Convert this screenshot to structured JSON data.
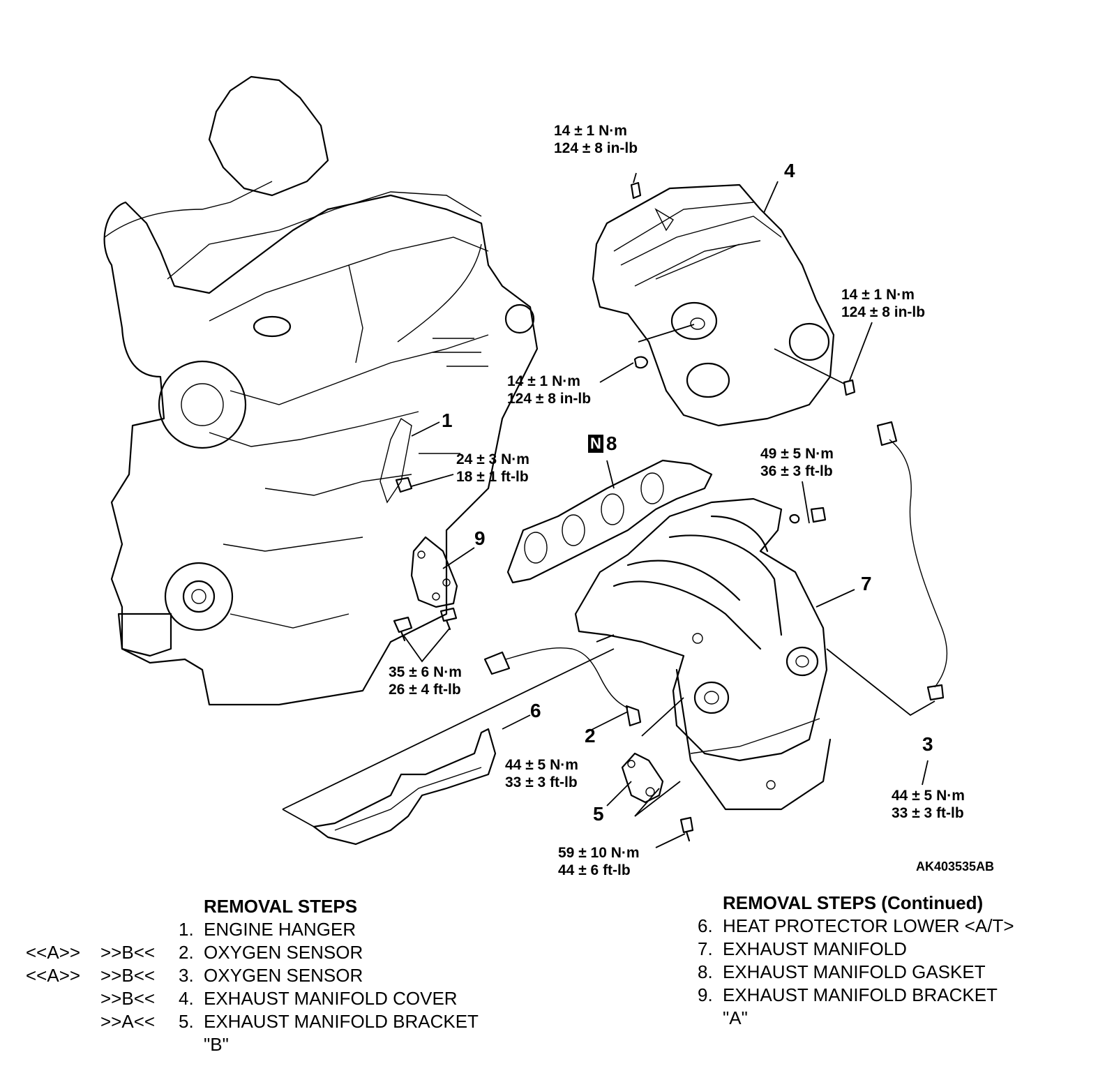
{
  "torque_specs": {
    "cover_top": {
      "nm": "14 ± 1 N·m",
      "imp": "124 ± 8 in-lb"
    },
    "cover_right": {
      "nm": "14 ± 1 N·m",
      "imp": "124 ± 8 in-lb"
    },
    "cover_left": {
      "nm": "14 ± 1 N·m",
      "imp": "124 ± 8 in-lb"
    },
    "hanger": {
      "nm": "24 ± 3 N·m",
      "imp": "18 ± 1 ft-lb"
    },
    "manifold_nut": {
      "nm": "49 ± 5 N·m",
      "imp": "36 ± 3 ft-lb"
    },
    "bracket9": {
      "nm": "35 ± 6 N·m",
      "imp": "26 ± 4 ft-lb"
    },
    "sensor2": {
      "nm": "44 ± 5 N·m",
      "imp": "33 ± 3 ft-lb"
    },
    "sensor3": {
      "nm": "44 ± 5 N·m",
      "imp": "33 ± 3 ft-lb"
    },
    "bracket5": {
      "nm": "59 ± 10 N·m",
      "imp": "44 ± 6 ft-lb"
    }
  },
  "callouts": {
    "c1": "1",
    "c2": "2",
    "c3": "3",
    "c4": "4",
    "c5": "5",
    "c6": "6",
    "c7": "7",
    "c8": "8",
    "c8_badge": "N",
    "c9": "9"
  },
  "figure_code": "AK403535AB",
  "removal_steps": {
    "title": "REMOVAL STEPS",
    "items": [
      {
        "tag_a": "",
        "tag_b": "",
        "num": "1.",
        "text": "ENGINE HANGER"
      },
      {
        "tag_a": "<<A>>",
        "tag_b": ">>B<<",
        "num": "2.",
        "text": "OXYGEN SENSOR"
      },
      {
        "tag_a": "<<A>>",
        "tag_b": ">>B<<",
        "num": "3.",
        "text": "OXYGEN SENSOR"
      },
      {
        "tag_a": "",
        "tag_b": ">>B<<",
        "num": "4.",
        "text": "EXHAUST MANIFOLD COVER"
      },
      {
        "tag_a": "",
        "tag_b": ">>A<<",
        "num": "5.",
        "text": "EXHAUST MANIFOLD BRACKET"
      }
    ],
    "item5_cont": "\"B\""
  },
  "removal_steps_continued": {
    "title": "REMOVAL STEPS (Continued)",
    "items": [
      {
        "num": "6.",
        "text": "HEAT PROTECTOR LOWER <A/T>"
      },
      {
        "num": "7.",
        "text": "EXHAUST MANIFOLD"
      },
      {
        "num": "8.",
        "text": "EXHAUST MANIFOLD GASKET"
      },
      {
        "num": "9.",
        "text": "EXHAUST MANIFOLD BRACKET"
      }
    ],
    "item9_cont": "\"A\""
  }
}
